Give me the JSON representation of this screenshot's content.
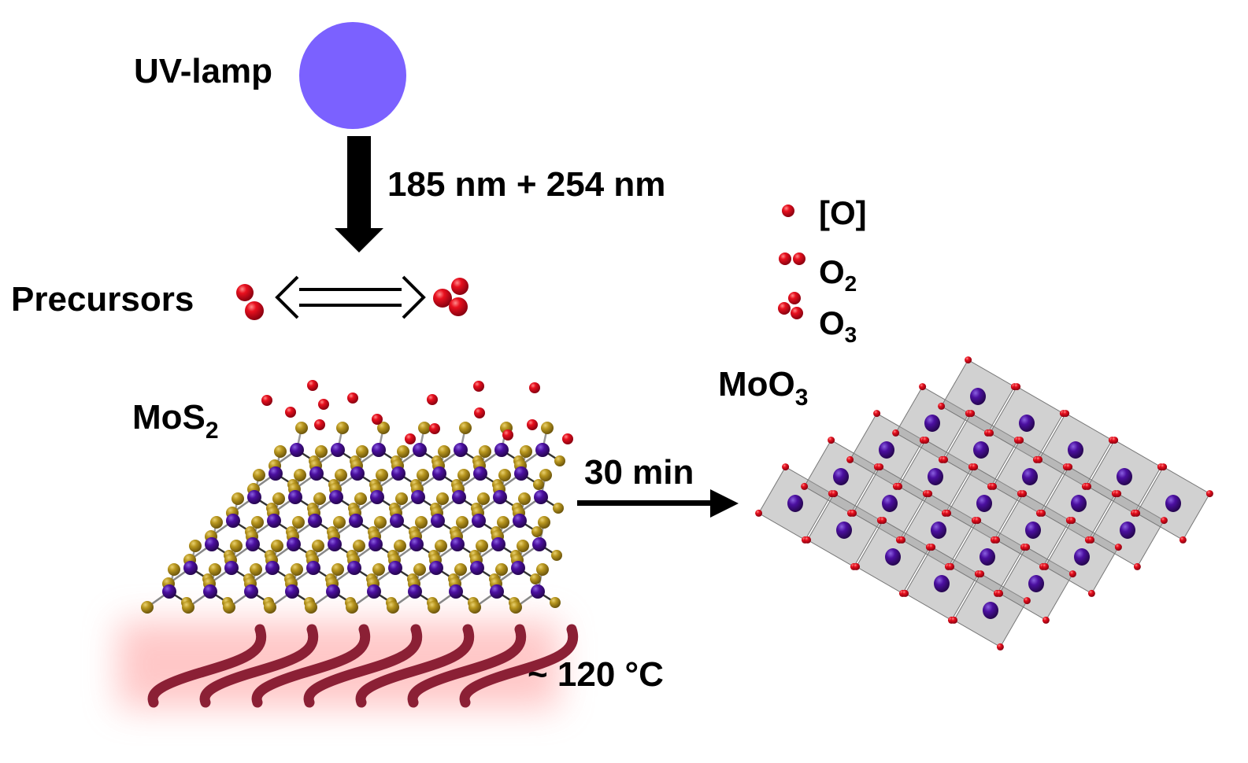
{
  "labels": {
    "uv_lamp": "UV-lamp",
    "wavelengths": "185 nm + 254 nm",
    "precursors": "Precursors",
    "mos2_base": "MoS",
    "mos2_sub": "2",
    "moo3_base": "MoO",
    "moo3_sub": "3",
    "time": "30 min",
    "temperature": "~ 120 °C"
  },
  "legend": [
    {
      "base": "[O]",
      "sub": ""
    },
    {
      "base": "O",
      "sub": "2"
    },
    {
      "base": "O",
      "sub": "3"
    }
  ],
  "colors": {
    "uv_lamp": "#7b61ff",
    "oxygen": "#e0001a",
    "molybdenum": "#4b0fa0",
    "sulfur": "#b8961e",
    "octahedron": "#9a9a9a",
    "heat": "#8b2035"
  }
}
